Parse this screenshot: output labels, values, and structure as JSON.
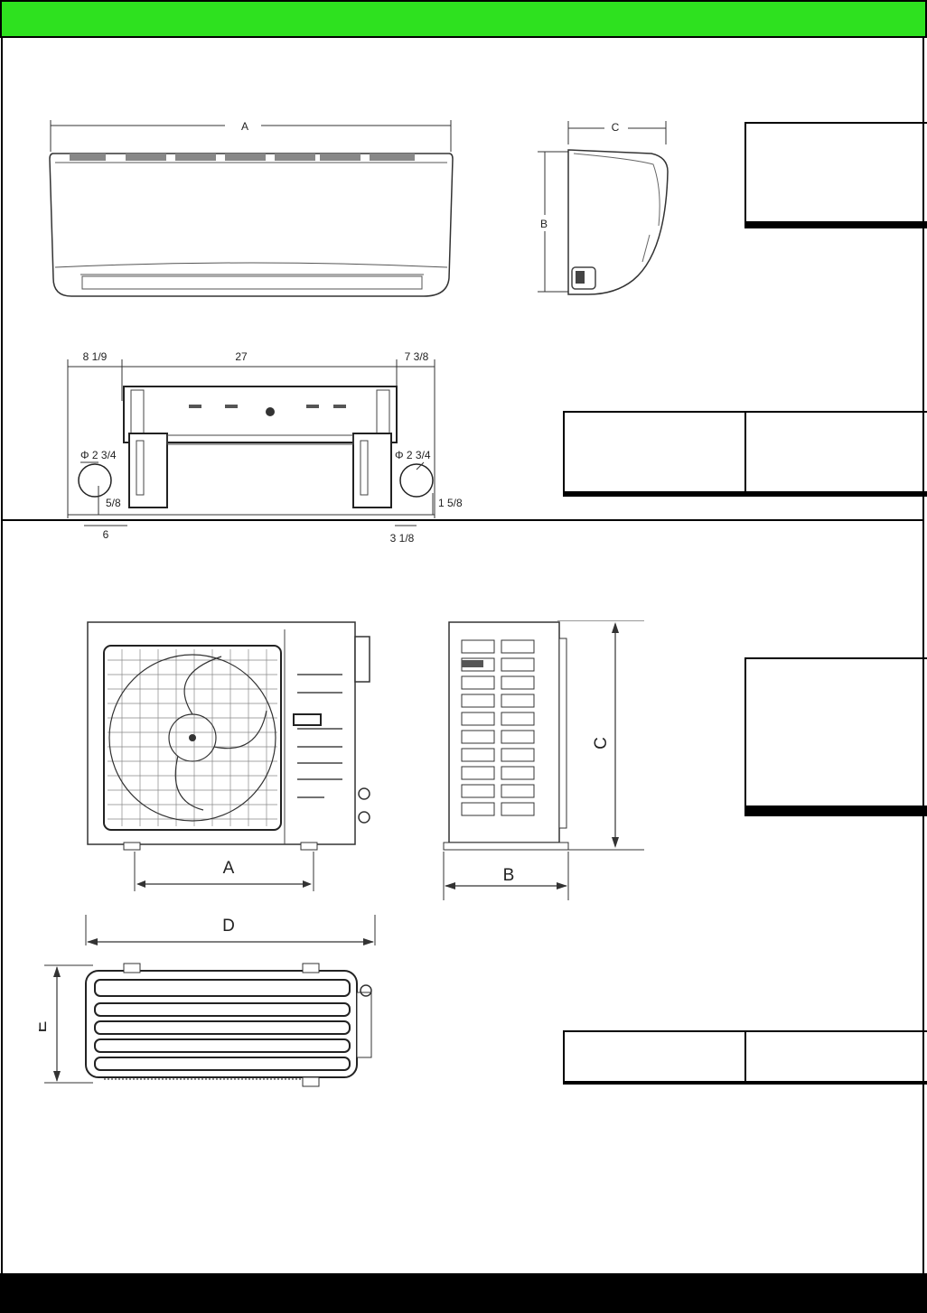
{
  "header": {
    "title": ""
  },
  "indoor": {
    "front_view": {
      "dim_label_a": "A"
    },
    "side_view": {
      "dim_label_b": "B",
      "dim_label_c": "C"
    },
    "bracket_view": {
      "dim_left": "8 1/9",
      "dim_center": "27",
      "dim_right": "7 3/8",
      "pipe_left_diameter": "Φ 2 3/4",
      "pipe_right_diameter": "Φ 2 3/4",
      "dim_left_height": "5/8",
      "dim_right_height": "1 5/8",
      "dim_left_offset": "6",
      "dim_right_offset": "3 1/8"
    },
    "dimension_table": {
      "rows": [
        [
          "",
          ""
        ],
        [
          "",
          ""
        ],
        [
          "",
          ""
        ],
        [
          "",
          ""
        ]
      ]
    },
    "pipe_table": {
      "rows": [
        [
          "",
          ""
        ],
        [
          "",
          ""
        ],
        [
          "",
          ""
        ]
      ]
    }
  },
  "outdoor": {
    "front_view": {
      "dim_label_a": "A"
    },
    "side_view": {
      "dim_label_b": "B",
      "dim_label_c": "C"
    },
    "top_view": {
      "dim_label_d": "D",
      "dim_label_e": "E"
    },
    "dimension_table": {
      "rows": [
        [
          "",
          ""
        ],
        [
          "",
          ""
        ],
        [
          "",
          ""
        ],
        [
          "",
          ""
        ],
        [
          "",
          ""
        ],
        [
          "",
          ""
        ]
      ]
    },
    "pipe_table": {
      "rows": [
        [
          "",
          ""
        ],
        [
          "",
          ""
        ]
      ]
    }
  },
  "colors": {
    "header_bar": "#2ee11f",
    "footer_bar": "#000000"
  }
}
